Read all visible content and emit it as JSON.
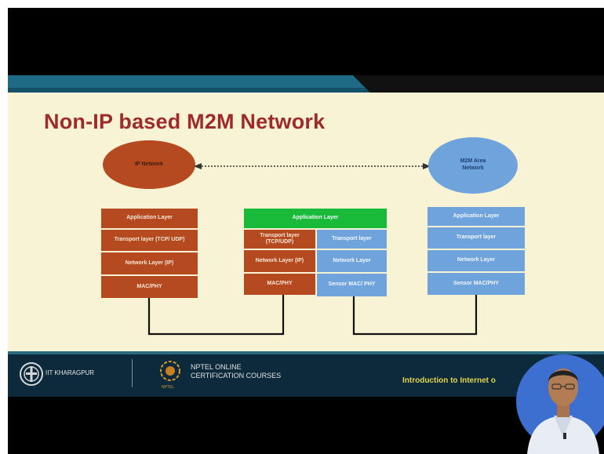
{
  "slide": {
    "title": "Non-IP based M2M Network"
  },
  "diagram": {
    "ip_network": "IP Network",
    "m2m_area_network": "M2M Area Network",
    "left_stack": [
      "Application Layer",
      "Transport layer (TCP/ UDP)",
      "Network Layer (IP)",
      "MAC/PHY"
    ],
    "gateway_stack": {
      "top": "Application Layer",
      "left": [
        "Transport layer (TCP/UDP)",
        "Network Layer (IP)",
        "MAC/PHY"
      ],
      "right": [
        "Transport layer",
        "Network Layer",
        "Sensor MAC/ PHY"
      ]
    },
    "right_stack": [
      "Application Layer",
      "Transport layer",
      "Network Layer",
      "Sensor MAC/PHY"
    ]
  },
  "footer": {
    "institute": "IIT KHARAGPUR",
    "nptel_line1": "NPTEL ONLINE",
    "nptel_line2": "CERTIFICATION COURSES",
    "nptel_small": "NPTEL",
    "course_title": "Introduction to Internet o"
  },
  "colors": {
    "ip_orange": "#b5491f",
    "m2m_blue": "#6fa3dc",
    "gateway_green": "#19b93a",
    "title_red": "#9e2a2b",
    "slide_bg": "#f8f3d4",
    "footer_bg": "#0d2a3d"
  }
}
